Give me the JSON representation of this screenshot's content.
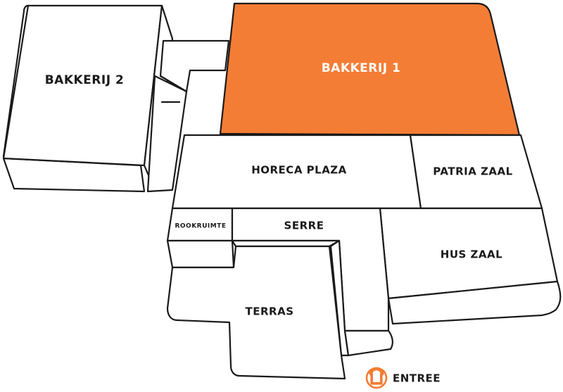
{
  "rooms": {
    "bakkerij1": {
      "label": "BAKKERIJ 1"
    },
    "bakkerij2": {
      "label": "BAKKERIJ 2"
    },
    "horeca_plaza": {
      "label": "HORECA PLAZA"
    },
    "patria_zaal": {
      "label": "PATRIA ZAAL"
    },
    "hus_zaal": {
      "label": "HUS ZAAL"
    },
    "rookruimte": {
      "label": "ROOKRUIMTE"
    },
    "serre": {
      "label": "SERRE"
    },
    "terras": {
      "label": "TERRAS"
    }
  },
  "entrance": {
    "label": "ENTREE",
    "icon": "bread-icon"
  },
  "colors": {
    "highlight": "#f47d35",
    "outline": "#1a1a1a",
    "background": "#ffffff"
  }
}
